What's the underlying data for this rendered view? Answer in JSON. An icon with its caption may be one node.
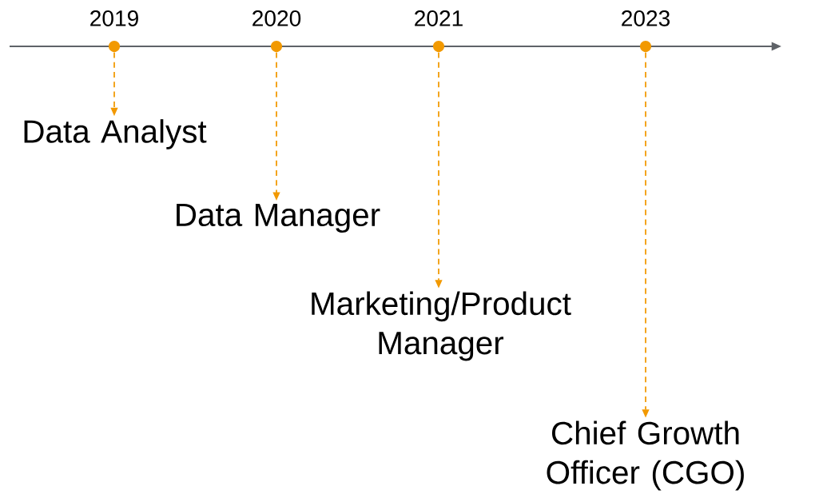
{
  "diagram": {
    "nodes": [
      {
        "text": [],
        "shape": "circle",
        "beside": [
          "2019"
        ]
      },
      {
        "text": [],
        "shape": "circle",
        "beside": [
          "2020"
        ]
      },
      {
        "text": [],
        "shape": "circle",
        "beside": [
          "2021"
        ]
      },
      {
        "text": [],
        "shape": "circle",
        "beside": [
          "2023"
        ]
      },
      {
        "text": [
          "Data Analyst"
        ]
      },
      {
        "text": [
          "Data Manager"
        ]
      },
      {
        "text": [
          "Marketing/Product Manager"
        ]
      },
      {
        "text": [
          "Chief Growth Officer (CGO)"
        ]
      }
    ],
    "edges": [
      {
        "from": 0,
        "to": 4,
        "arrow": "to",
        "style": "dashed",
        "color": "#f29900"
      },
      {
        "from": 1,
        "to": 5,
        "arrow": "to",
        "style": "dashed",
        "color": "#f29900"
      },
      {
        "from": 2,
        "to": 6,
        "arrow": "to",
        "style": "dashed",
        "color": "#f29900"
      },
      {
        "from": 3,
        "to": 7,
        "arrow": "to",
        "style": "dashed",
        "color": "#f29900"
      }
    ]
  }
}
